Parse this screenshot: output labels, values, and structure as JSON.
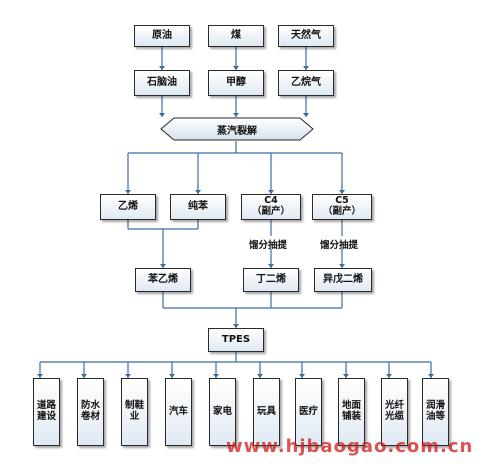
{
  "feedstocks": [
    "原油",
    "煤",
    "天然气"
  ],
  "intermediates": [
    "石脑油",
    "甲醇",
    "乙烷气"
  ],
  "process": "蒸汽裂解",
  "monomers": {
    "ethylene": "乙烯",
    "benzene": "纯苯",
    "c4": [
      "C4",
      "（副产）"
    ],
    "c5": [
      "C5",
      "（副产）"
    ]
  },
  "extraction_labels": {
    "c4": "馏分抽提",
    "c5": "馏分抽提"
  },
  "products": [
    "苯乙烯",
    "丁二烯",
    "异戊二烯"
  ],
  "target": "TPES",
  "applications": [
    [
      "道路",
      "建设"
    ],
    [
      "防水",
      "卷材"
    ],
    [
      "制鞋",
      "业"
    ],
    [
      "汽车"
    ],
    [
      "家电"
    ],
    [
      "玩具"
    ],
    [
      "医疗"
    ],
    [
      "地面",
      "铺装"
    ],
    [
      "光纤",
      "光缆"
    ],
    [
      "润滑",
      "油等"
    ]
  ],
  "watermark": "www.hjbaogao.com.cn",
  "colors": {
    "connector": "#3b6ea5",
    "border": "#2a2a2a",
    "watermark": "#d11a1a"
  }
}
